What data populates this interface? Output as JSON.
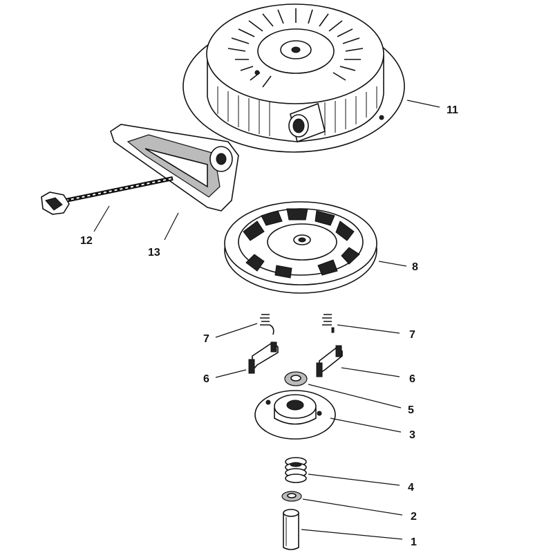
{
  "callouts": [
    {
      "id": "c1",
      "text": "1"
    },
    {
      "id": "c2",
      "text": "2"
    },
    {
      "id": "c3",
      "text": "3"
    },
    {
      "id": "c4",
      "text": "4"
    },
    {
      "id": "c5",
      "text": "5"
    },
    {
      "id": "c6a",
      "text": "6"
    },
    {
      "id": "c6b",
      "text": "6"
    },
    {
      "id": "c7a",
      "text": "7"
    },
    {
      "id": "c7b",
      "text": "7"
    },
    {
      "id": "c8",
      "text": "8"
    },
    {
      "id": "c11",
      "text": "11"
    },
    {
      "id": "c12",
      "text": "12"
    },
    {
      "id": "c13",
      "text": "13"
    }
  ],
  "colors": {
    "ink": "#111111",
    "background": "#ffffff"
  }
}
